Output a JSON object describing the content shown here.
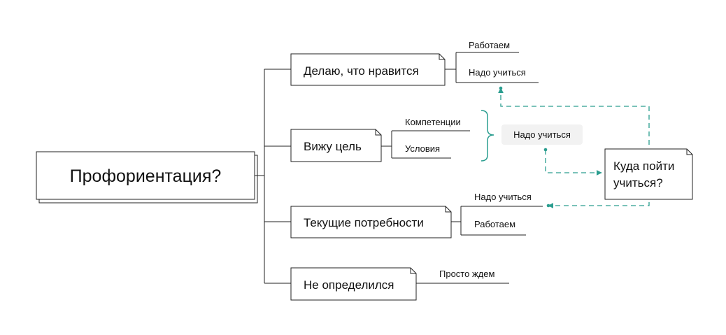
{
  "root": {
    "label": "Профориентация?"
  },
  "branches": [
    {
      "label": "Делаю, что нравится",
      "leaves": [
        "Работаем",
        "Надо учиться"
      ]
    },
    {
      "label": "Вижу цель",
      "leaves": [
        "Компетенции",
        "Условия"
      ]
    },
    {
      "label": "Текущие потребности",
      "leaves": [
        "Надо учиться",
        "Работаем"
      ]
    },
    {
      "label": "Не определился",
      "leaves": [
        "Просто ждем"
      ]
    }
  ],
  "summary": {
    "label": "Надо учиться"
  },
  "floating": {
    "lines": [
      "Куда пойти",
      "учиться?"
    ]
  },
  "colors": {
    "line": "#222222",
    "root_text": "#3344aa",
    "teal": "#2a9d8f",
    "summary_bg": "#f2f2f2"
  }
}
